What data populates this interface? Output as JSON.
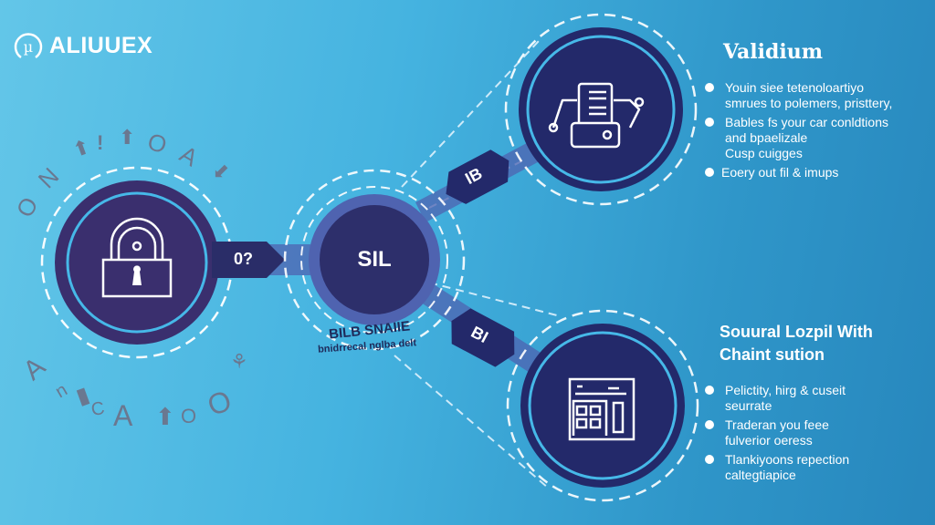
{
  "brand": {
    "logo_glyph": "µ",
    "name": "ALIUUEX"
  },
  "colors": {
    "background_light": "#63c6e8",
    "background_dark": "#2787bd",
    "node_fill": "#27306b",
    "node_fill_purple": "#3a2f6e",
    "ring_accent": "#46b8e8",
    "connector": "#4f63b0",
    "text": "#ffffff"
  },
  "left_node": {
    "icon": "padlock-icon",
    "connector_label": "0?",
    "ring_text_top": [
      "O",
      "N",
      "⬆",
      "!",
      "⬆",
      "O",
      "A",
      "⬇"
    ],
    "ring_text_bottom": [
      "A",
      "n",
      "▮",
      "C",
      "A",
      "⬆",
      "O",
      "O",
      "⚘"
    ]
  },
  "hub_node": {
    "label": "SIL",
    "caption_line1": "BILB SNAIIE",
    "caption_line2": "bnidrrecal nglba delt"
  },
  "top_node": {
    "icon": "document-printer-icon",
    "connector_label": "IB"
  },
  "bottom_node": {
    "icon": "calculator-grid-icon",
    "connector_label": "BI"
  },
  "panel_top": {
    "title": "Validium",
    "bullets": [
      {
        "lines": [
          "Youin siee tetenoloartiyo",
          "smrues to polemers, pristtery,"
        ]
      },
      {
        "lines": [
          "Bables fs your car conldtions",
          "and bpaelizale",
          "Cusp cuigges"
        ]
      },
      {
        "lines": [
          "Eoery out fil & imups"
        ]
      }
    ]
  },
  "panel_bottom": {
    "title_line1": "Souural Lozpil With",
    "title_line2": "Chaint sution",
    "bullets": [
      {
        "lines": [
          "Pelictity, hirg & cuseit",
          "seurrate"
        ]
      },
      {
        "lines": [
          "Traderan you feee",
          "fulverior oeress"
        ]
      },
      {
        "lines": [
          "Tlankiyoons repection",
          "caltegtiapice"
        ]
      }
    ]
  }
}
